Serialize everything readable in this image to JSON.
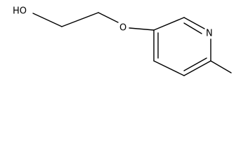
{
  "diagram": {
    "type": "chemical-structure",
    "atoms": {
      "hydroxyl": "HO",
      "ether_oxygen": "O",
      "ring_nitrogen": "N"
    }
  }
}
